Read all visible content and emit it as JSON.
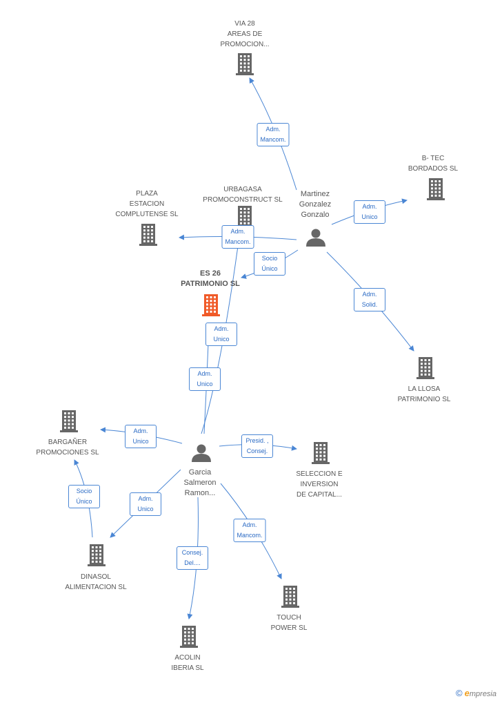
{
  "colors": {
    "edge": "#4a86d4",
    "company": "#666666",
    "focus_company": "#f05a28",
    "person": "#666666"
  },
  "nodes": [
    {
      "id": "via28",
      "kind": "company",
      "label": "VIA 28\nAREAS DE\nPROMOCION..."
    },
    {
      "id": "btec",
      "kind": "company",
      "label": "B- TEC\nBORDADOS  SL"
    },
    {
      "id": "plaza",
      "kind": "company",
      "label": "PLAZA\nESTACION\nCOMPLUTENSE SL"
    },
    {
      "id": "urbagasa",
      "kind": "company",
      "label": "URBAGASA\nPROMOCONSTRUCT SL"
    },
    {
      "id": "es26",
      "kind": "focus",
      "label": "ES 26\nPATRIMONIO SL"
    },
    {
      "id": "martinez",
      "kind": "person",
      "label": "Martinez\nGonzalez\nGonzalo"
    },
    {
      "id": "llosa",
      "kind": "company",
      "label": "LA LLOSA\nPATRIMONIO SL"
    },
    {
      "id": "barganer",
      "kind": "company",
      "label": "BARGAÑER\nPROMOCIONES SL"
    },
    {
      "id": "garcia",
      "kind": "person",
      "label": "Garcia\nSalmeron\nRamon..."
    },
    {
      "id": "seleccion",
      "kind": "company",
      "label": "SELECCION E\nINVERSION\nDE CAPITAL..."
    },
    {
      "id": "dinasol",
      "kind": "company",
      "label": "DINASOL\nALIMENTACION SL"
    },
    {
      "id": "touch",
      "kind": "company",
      "label": "TOUCH\nPOWER SL"
    },
    {
      "id": "acolin",
      "kind": "company",
      "label": "ACOLIN\nIBERIA  SL"
    }
  ],
  "edges": [
    {
      "id": "e1",
      "label": "Adm.\nMancom."
    },
    {
      "id": "e2",
      "label": "Adm.\nUnico"
    },
    {
      "id": "e3",
      "label": "Adm.\nMancom."
    },
    {
      "id": "e4",
      "label": "Socio\nÚnico"
    },
    {
      "id": "e5",
      "label": "Adm.\nSolid."
    },
    {
      "id": "e6",
      "label": "Adm.\nUnico"
    },
    {
      "id": "e7",
      "label": "Adm.\nUnico"
    },
    {
      "id": "e8",
      "label": "Adm.\nUnico"
    },
    {
      "id": "e9",
      "label": "Presid. ,\nConsej."
    },
    {
      "id": "e10",
      "label": "Adm.\nUnico"
    },
    {
      "id": "e11",
      "label": "Socio\nÚnico"
    },
    {
      "id": "e12",
      "label": "Consej.\nDel...."
    },
    {
      "id": "e13",
      "label": "Adm.\nMancom."
    }
  ],
  "brand": {
    "copyright": "©",
    "e": "e",
    "rest": "mpresia"
  }
}
